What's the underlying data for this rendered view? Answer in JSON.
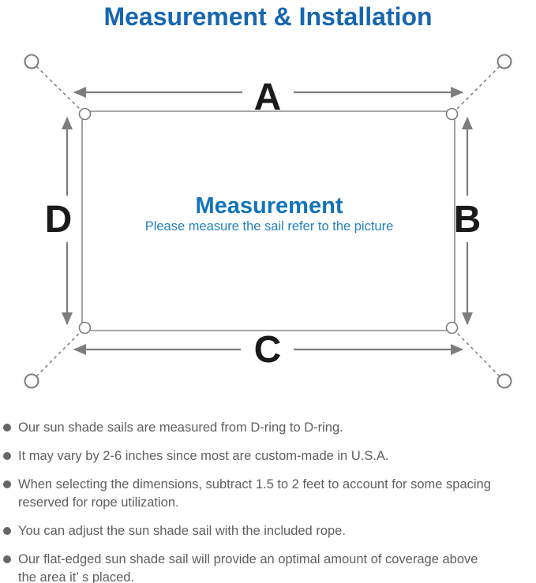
{
  "colors": {
    "title-blue": "#1766b0",
    "center-blue": "#1273b9",
    "subtitle-blue": "#2381c1",
    "line-gray": "#7d7d7d",
    "label-black": "#1a1a1a",
    "text-gray": "#5f5f5f"
  },
  "header": {
    "title": "Measurement & Installation"
  },
  "diagram": {
    "labels": {
      "top": "A",
      "right": "B",
      "bottom": "C",
      "left": "D"
    },
    "center": {
      "title": "Measurement",
      "subtitle": "Please measure the sail refer to the picture"
    }
  },
  "bullets": [
    {
      "lines": [
        "Our sun shade sails are measured from D-ring to D-ring."
      ]
    },
    {
      "lines": [
        "It may vary by 2-6 inches since most are custom-made in U.S.A."
      ]
    },
    {
      "lines": [
        "When selecting the dimensions, subtract 1.5 to 2 feet to account for some spacing",
        "reserved for rope utilization."
      ]
    },
    {
      "lines": [
        "You can adjust the sun shade sail with the included rope."
      ]
    },
    {
      "lines": [
        "Our flat-edged sun shade sail will provide an optimal amount of coverage above",
        "the area it’ s placed."
      ]
    }
  ]
}
